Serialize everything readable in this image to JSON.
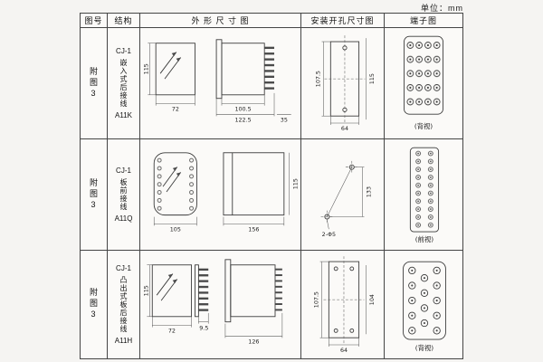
{
  "meta": {
    "unit_label": "单位：mm"
  },
  "table": {
    "headers": {
      "fig": "图号",
      "structure": "结构",
      "outline": "外 形 尺 寸 图",
      "mounting": "安装开孔尺寸图",
      "terminal": "端子图"
    },
    "rows": [
      {
        "fig": "附图3",
        "model": "CJ-1",
        "mount_type": "嵌入式后接线",
        "code": "A11K",
        "outline": {
          "h": "115",
          "w": "72",
          "d1": "100.5",
          "d2": "122.5",
          "e": "35"
        },
        "mounting": {
          "left": "107.5",
          "right": "115",
          "bottom": "64"
        },
        "terminal": {
          "view": "(背视)"
        }
      },
      {
        "fig": "附图3",
        "model": "CJ-1",
        "mount_type": "板前接线",
        "code": "A11Q",
        "outline": {
          "w1": "105",
          "w2": "156",
          "h": "115"
        },
        "mounting": {
          "h": "133",
          "holes": "2-Φ5"
        },
        "terminal": {
          "view": "(前视)"
        }
      },
      {
        "fig": "附图3",
        "model": "CJ-1",
        "mount_type": "凸出式板后接线",
        "code": "A11H",
        "outline": {
          "h": "115",
          "w": "72",
          "pin": "9.5",
          "d": "126"
        },
        "mounting": {
          "left": "107.5",
          "right": "104",
          "bottom": "64"
        },
        "terminal": {
          "view": "(背视)"
        }
      }
    ]
  }
}
